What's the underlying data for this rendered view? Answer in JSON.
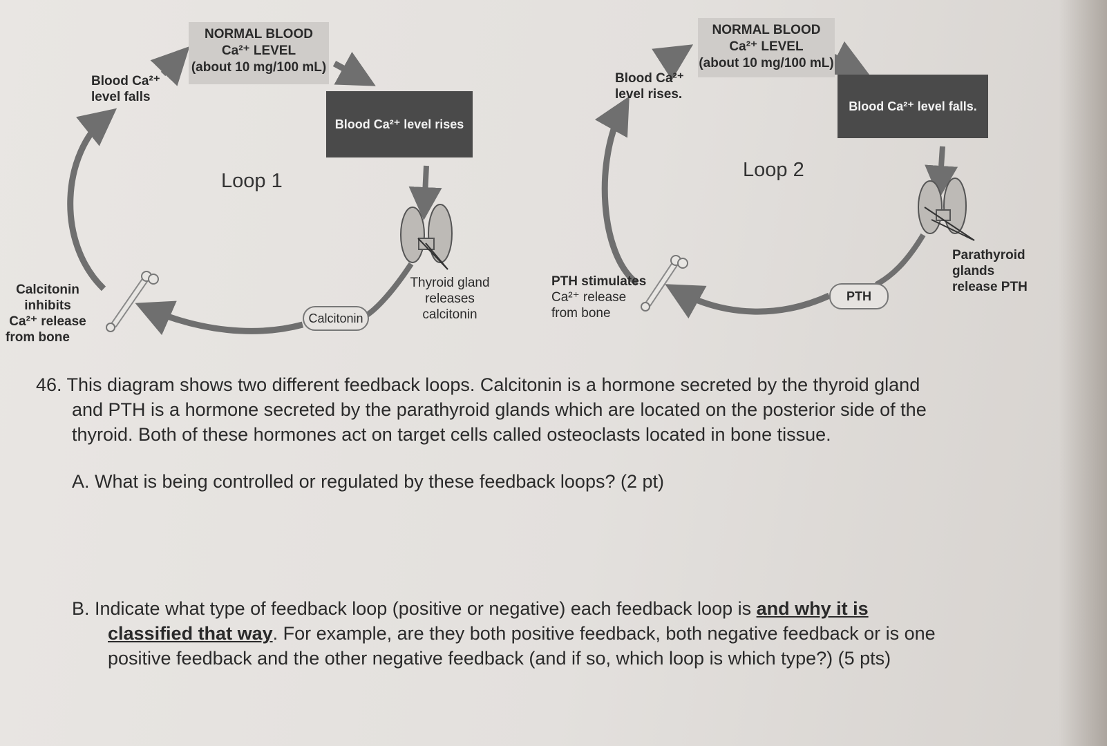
{
  "diagram": {
    "loop1": {
      "title": "Loop 1",
      "normal_box": {
        "line1": "NORMAL BLOOD",
        "line2": "Ca²⁺ LEVEL",
        "line3": "(about 10 mg/100 mL)"
      },
      "rise_box": "Blood Ca²⁺ level rises",
      "falls_label": {
        "line1": "Blood Ca²⁺",
        "line2": "level falls"
      },
      "thyroid_label": {
        "line1": "Thyroid gland",
        "line2": "releases",
        "line3": "calcitonin"
      },
      "hormone_pill": "Calcitonin",
      "bone_label": {
        "line1": "Calcitonin",
        "line2": "inhibits",
        "line3": "Ca²⁺ release",
        "line4": "from bone"
      }
    },
    "loop2": {
      "title": "Loop 2",
      "normal_box": {
        "line1": "NORMAL BLOOD",
        "line2": "Ca²⁺ LEVEL",
        "line3": "(about 10 mg/100 mL)"
      },
      "falls_box": "Blood Ca²⁺ level falls.",
      "rises_label": {
        "line1": "Blood Ca²⁺",
        "line2": "level rises."
      },
      "parathyroid_label": {
        "line1": "Parathyroid",
        "line2": "glands",
        "line3": "release PTH"
      },
      "hormone_pill": "PTH",
      "bone_label": {
        "line1": "PTH stimulates",
        "line2": "Ca²⁺ release",
        "line3": "from bone"
      }
    }
  },
  "question": {
    "intro": [
      "46. This diagram shows two different feedback loops.  Calcitonin is a hormone secreted by the thyroid gland",
      "and PTH is a hormone secreted by the parathyroid glands which are located on the posterior side of the",
      "thyroid.  Both of these hormones act on target cells called osteoclasts located in bone tissue."
    ],
    "part_a": "A.  What is being controlled or regulated by these feedback loops? (2 pt)",
    "part_b": {
      "line1_pre": "B.  Indicate what type of feedback loop (positive or negative) each feedback loop is ",
      "line1_u": "and why it is",
      "line2_u": "classified that way",
      "line2_post": ".  For example, are they both positive feedback, both negative feedback or is one",
      "line3": "positive feedback and the other negative feedback (and if so, which loop is which type?) (5 pts)"
    }
  },
  "colors": {
    "arrow": "#6f6f6f",
    "dark_box": "#4a4a4a",
    "light_box": "#cfccc9"
  }
}
